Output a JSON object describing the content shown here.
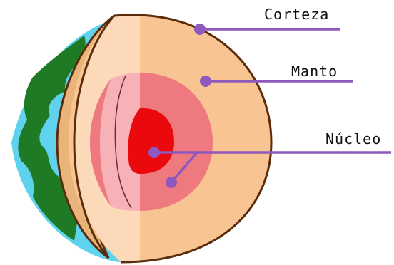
{
  "labels": {
    "crust": "Corteza",
    "mantle": "Manto",
    "core": "Núcleo"
  },
  "colors": {
    "ocean": "#5fd3ee",
    "land": "#1e7a25",
    "crust_rim": "#e8b47a",
    "mantle": "#f8c592",
    "mantle_light": "#fcd9b8",
    "outer_core": "#ee7a80",
    "outer_core_light": "#f6b2b6",
    "inner_core": "#ea0a0e",
    "outline": "#5a2c0c",
    "leader": "#8e58bc"
  }
}
